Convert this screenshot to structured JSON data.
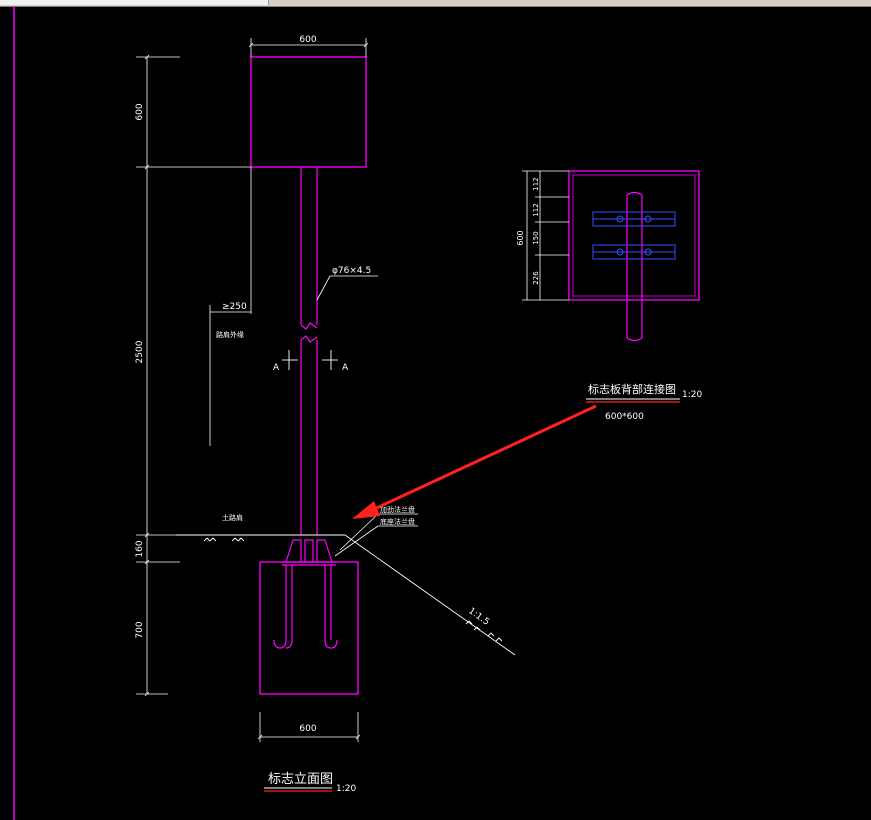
{
  "drawing": {
    "top_width_dim": "600",
    "left_dim_panel": "600",
    "left_dim_pole": "2500",
    "left_dim_base_top": "160",
    "left_dim_foundation": "700",
    "bottom_width_dim": "600",
    "pole_spec": "φ76×4.5",
    "offset_dim": "≥250",
    "edge_note": "路肩外缘",
    "section_mark_left": "A",
    "section_mark_right": "A",
    "ground_label": "土路肩",
    "flange_label_1": "加劲法兰盘",
    "flange_label_2": "底座法兰盘",
    "slope_label": "1:1.5",
    "detail_dim_total": "600",
    "detail_dim_1": "112",
    "detail_dim_2": "112",
    "detail_dim_3": "150",
    "detail_dim_4": "226",
    "detail_title": "标志板背部连接图",
    "detail_scale": "1:20",
    "detail_subtitle": "600*600",
    "main_title": "标志立面图",
    "main_scale": "1:20"
  },
  "colors": {
    "magenta": "#ff00ff",
    "white": "#ffffff",
    "red": "#ff2020",
    "blue": "#3050ff"
  }
}
